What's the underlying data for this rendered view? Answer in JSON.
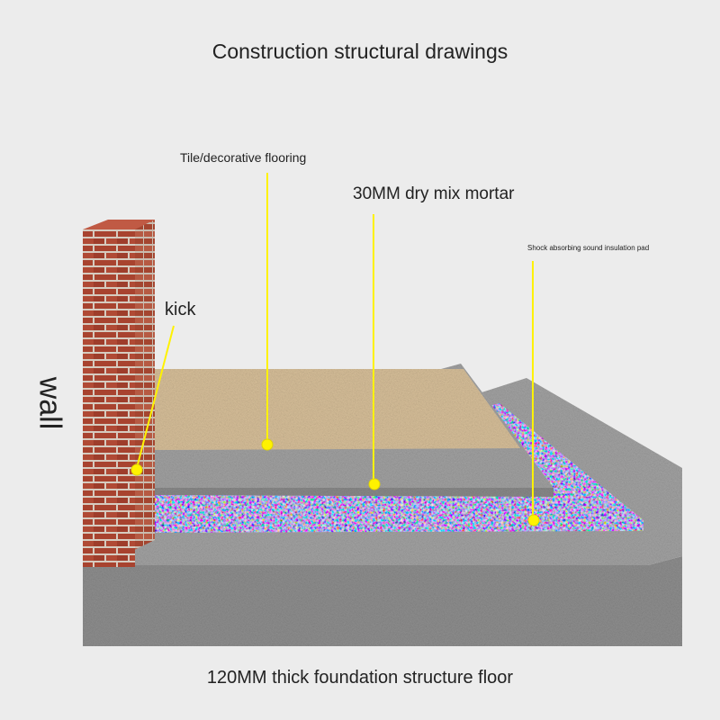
{
  "title": "Construction structural drawings",
  "labels": {
    "tile": "Tile/decorative flooring",
    "mortar": "30MM dry mix mortar",
    "pad": "Shock absorbing sound insulation pad",
    "kick": "kick",
    "wall": "wall",
    "foundation": "120MM thick foundation structure floor"
  },
  "colors": {
    "background": "#ececec",
    "brick": "#a8432f",
    "mortar_joint": "#d9cfc4",
    "concrete": "#8e8e8e",
    "mortar_layer": "#9c9c9c",
    "tile": "#d9c19b",
    "pad": "#3c4a9a",
    "callout": "#fff200"
  }
}
